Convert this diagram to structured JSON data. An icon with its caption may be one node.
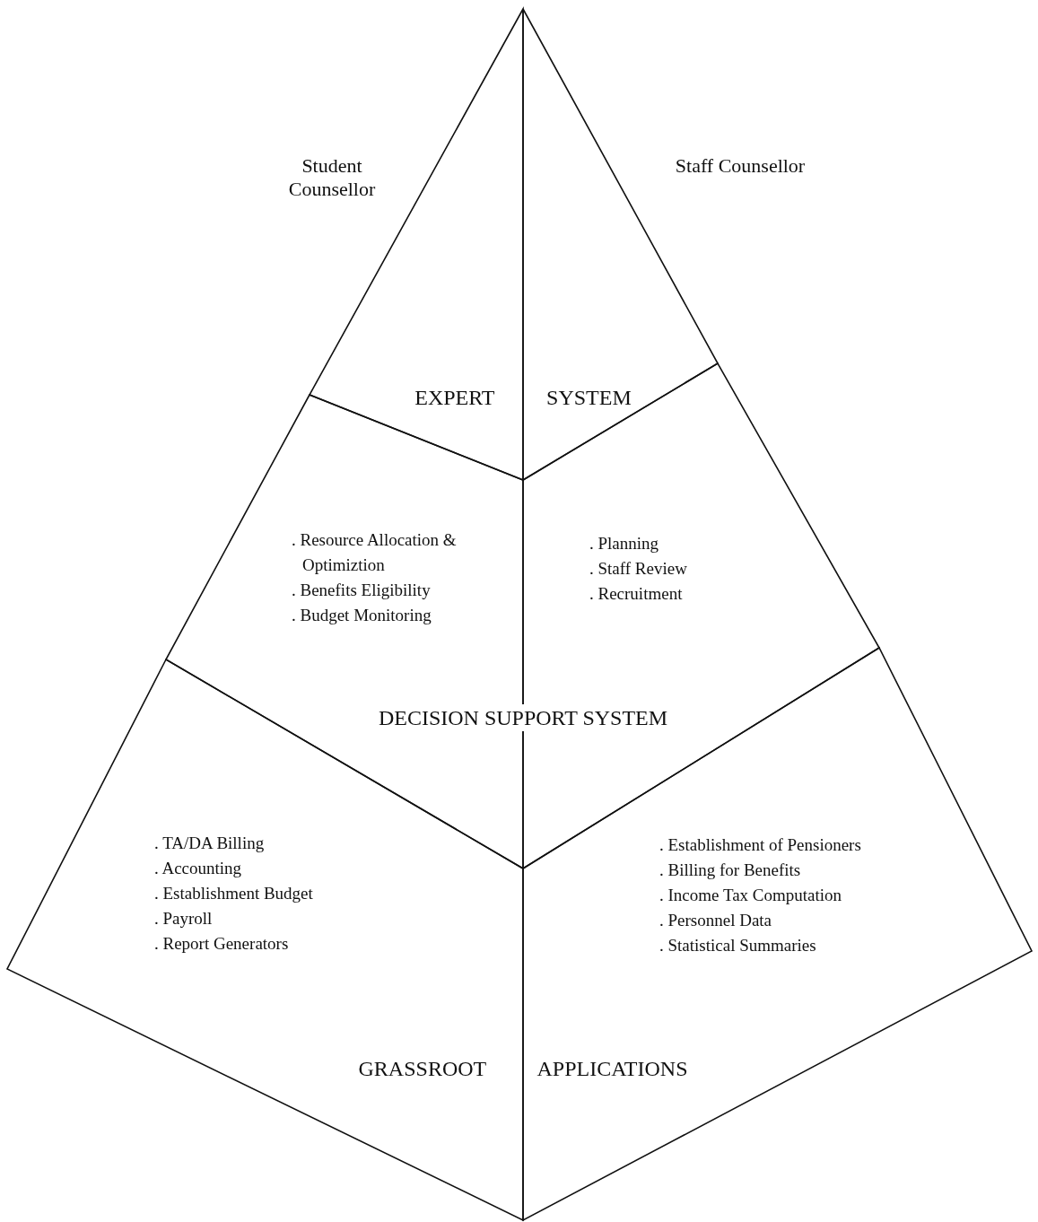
{
  "diagram": {
    "nodes": [
      {
        "text": [
          "Student Counsellor"
        ]
      },
      {
        "text": [
          "Staff Counsellor"
        ]
      },
      {
        "text": [
          ". Resource Allocation & Optimiztion",
          ". Benefits Eligibility",
          ". Budget Monitoring"
        ]
      },
      {
        "text": [
          ". Planning",
          ". Staff Review",
          ". Recruitment"
        ]
      },
      {
        "text": [
          ". TA/DA Billing",
          ". Accounting",
          ". Establishment Budget",
          ". Payroll",
          ". Report Generators"
        ]
      },
      {
        "text": [
          ". Establishment of Pensioners",
          ". Billing for Benefits",
          ". Income Tax Computation",
          ". Personnel Data",
          ". Statistical Summaries"
        ]
      }
    ],
    "edges": [],
    "labels": [
      "EXPERT SYSTEM",
      "DECISION SUPPORT SYSTEM",
      "GRASSROOT APPLICATIONS"
    ]
  }
}
